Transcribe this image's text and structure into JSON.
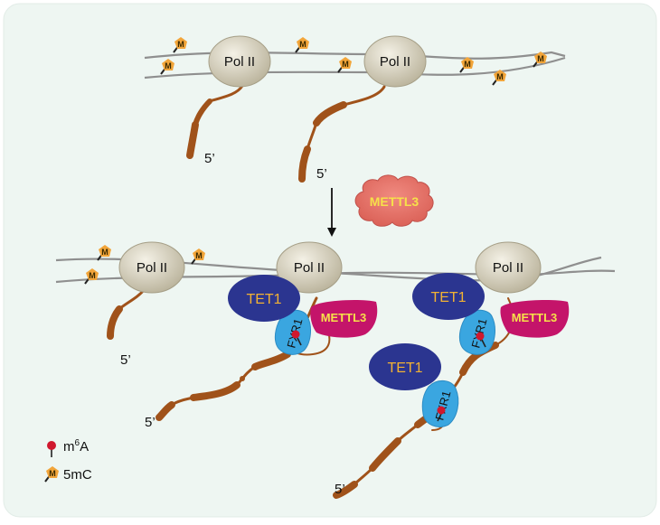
{
  "labels": {
    "polii": "Pol II",
    "tet1": "TET1",
    "fxr1": "FXR1",
    "mettl3": "METTL3",
    "five_prime": "5’",
    "m_mark": "M"
  },
  "legend": {
    "m6a_prefix": "m",
    "m6a_sup": "6",
    "m6a_suffix": "A",
    "fivemc": "5mC"
  },
  "colors": {
    "background_panel": "#eef6f2",
    "dna": "#8a8a8a",
    "rna": "#a0521a",
    "polii_fill": "#d8d2bd",
    "tet1": "#2b3590",
    "fxr1": "#3aa6e0",
    "mettl3_bound": "#c4146a",
    "mettl3_free": "#e8766c",
    "m6a": "#d0182e",
    "methyl_tag": "#f2a53a"
  },
  "icons": [
    "down-arrow-icon",
    "m6a-pin-icon",
    "methyl-tag-icon"
  ]
}
